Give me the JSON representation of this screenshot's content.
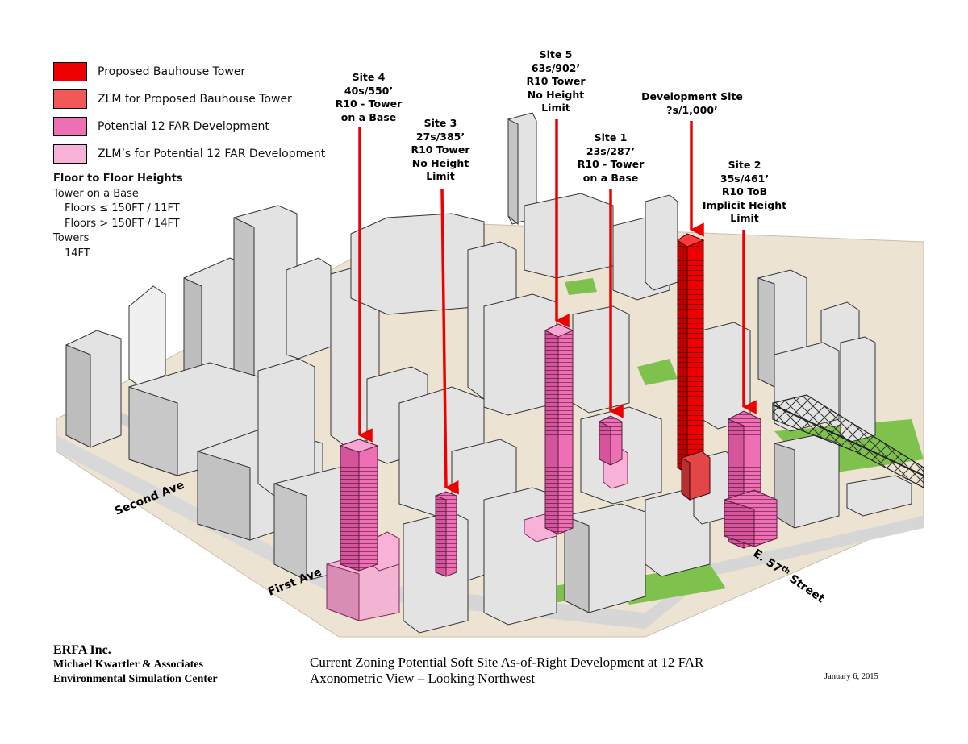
{
  "legend": {
    "items": [
      {
        "label": "Proposed  Bauhouse Tower",
        "color": "#ee0000"
      },
      {
        "label": "ZLM for  Proposed  Bauhouse Tower",
        "color": "#f25858"
      },
      {
        "label": "Potential 12 FAR Development",
        "color": "#ee6fb4"
      },
      {
        "label": "ZLM’s for Potential 12 FAR Development",
        "color": "#f8b2d8"
      }
    ]
  },
  "floor_heights": {
    "heading": "Floor to Floor Heights",
    "tower_on_base": "Tower on a Base",
    "rule_low": "Floors ≤ 150FT / 11FT",
    "rule_high": "Floors > 150FT / 14FT",
    "towers": "Towers",
    "towers_value": "14FT"
  },
  "callouts": {
    "site4": [
      "Site 4",
      "40s/550’",
      "R10 - Tower",
      "on a Base"
    ],
    "site3": [
      "Site 3",
      "27s/385’",
      "R10 Tower",
      "No Height",
      "Limit"
    ],
    "site5": [
      "Site 5",
      "63s/902’",
      "R10 Tower",
      "No Height",
      "Limit"
    ],
    "site1": [
      "Site 1",
      "23s/287’",
      "R10 - Tower",
      "on a Base"
    ],
    "dev": [
      "Development  Site",
      "?s/1,000’"
    ],
    "site2": [
      "Site 2",
      "35s/461’",
      "R10 ToB",
      "Implicit Height",
      "Limit"
    ]
  },
  "streets": {
    "second_ave": "Second Ave",
    "first_ave": "First Ave",
    "e57_prefix": "E. 57",
    "e57_sup": "th",
    "e57_suffix": " Street"
  },
  "footer": {
    "org": "ERFA Inc.",
    "line2": "Michael Kwartler & Associates",
    "line3": "Environmental Simulation Center",
    "title1": "Current Zoning Potential Soft Site As-of-Right Development at 12 FAR",
    "title2": "Axonometric View – Looking Northwest",
    "date": "January 6, 2015"
  }
}
